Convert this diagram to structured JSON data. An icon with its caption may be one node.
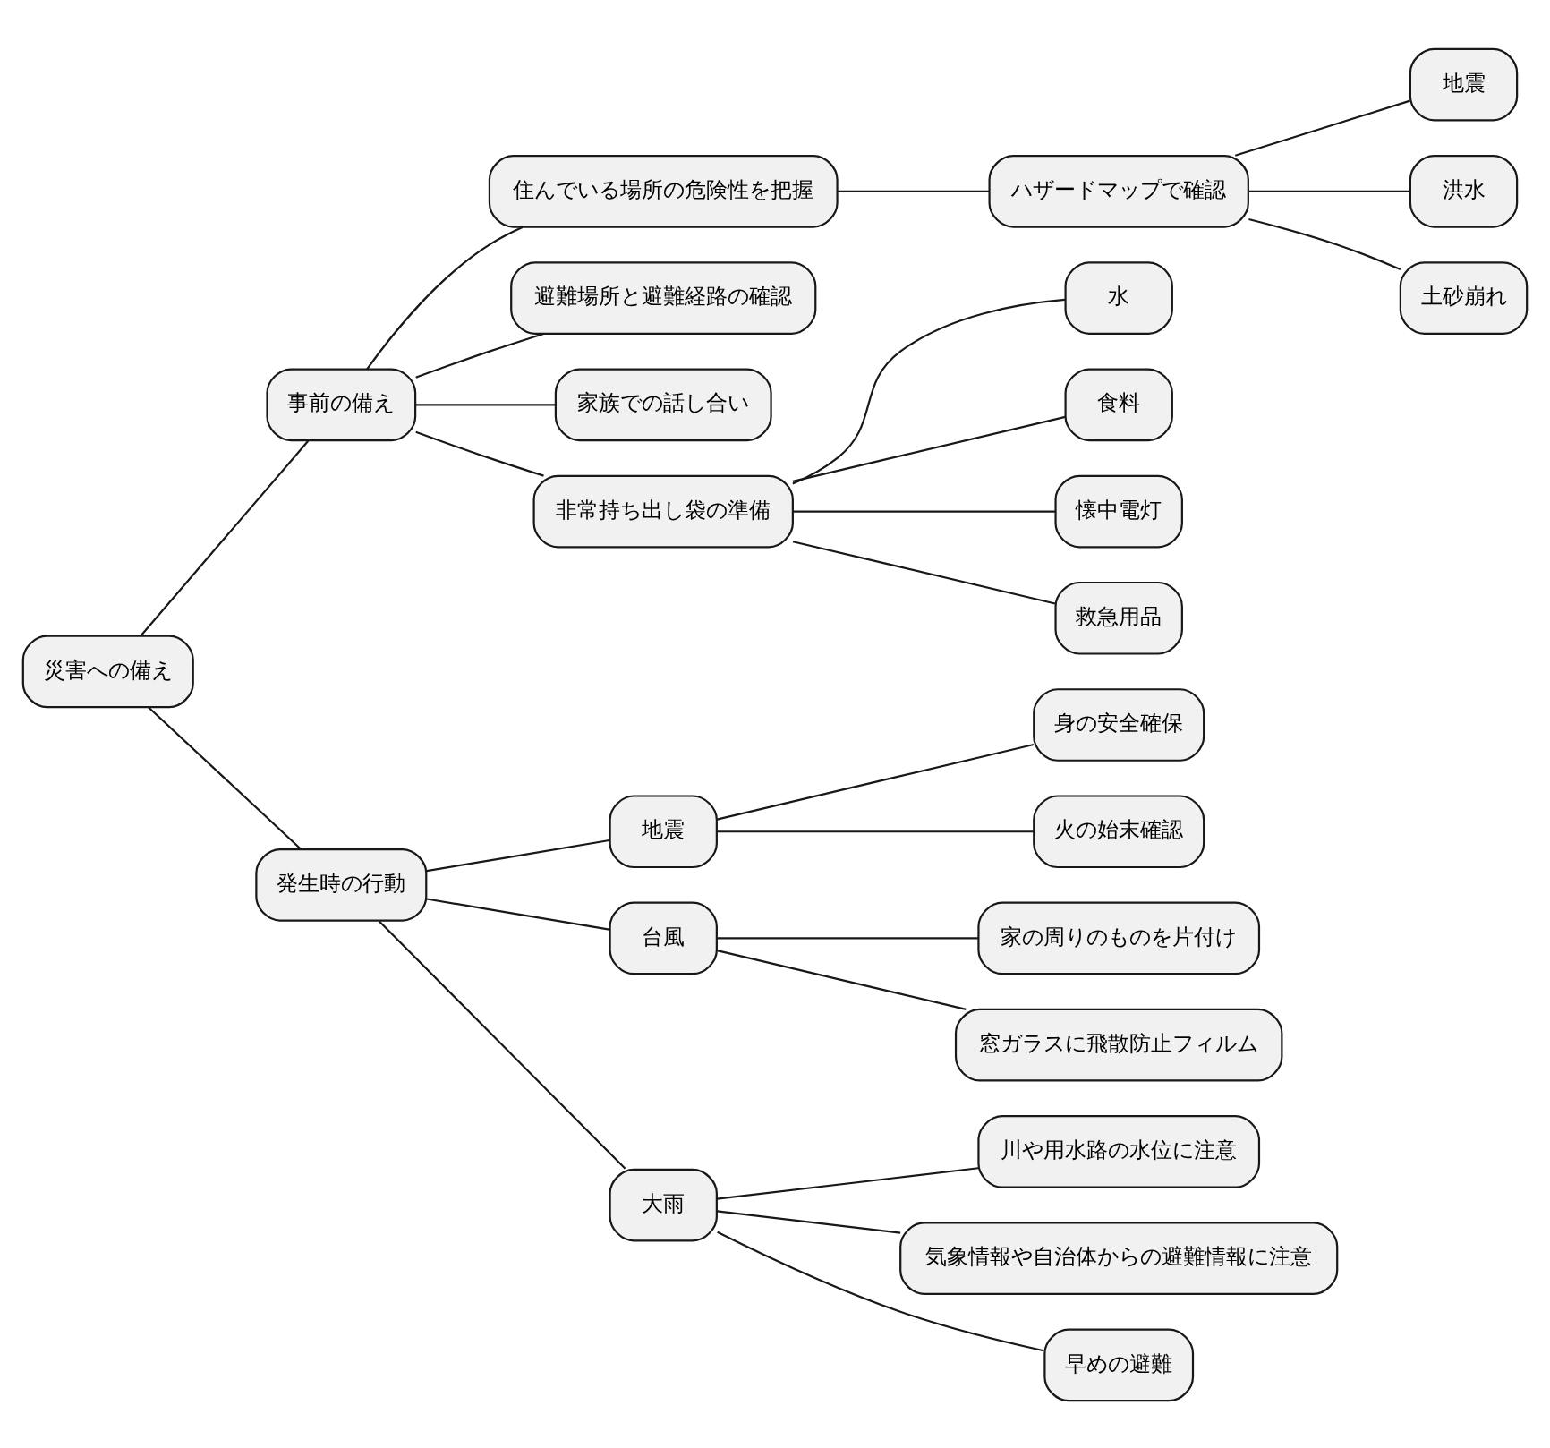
{
  "diagram": {
    "nodes": [
      {
        "text": [
          "災害への備え"
        ]
      },
      {
        "text": [
          "事前の備え"
        ]
      },
      {
        "text": [
          "住んでいる場所の危険性を把握"
        ]
      },
      {
        "text": [
          "ハザードマップで確認"
        ]
      },
      {
        "text": [
          "地震"
        ]
      },
      {
        "text": [
          "洪水"
        ]
      },
      {
        "text": [
          "土砂崩れ"
        ]
      },
      {
        "text": [
          "避難場所と避難経路の確認"
        ]
      },
      {
        "text": [
          "家族での話し合い"
        ]
      },
      {
        "text": [
          "非常持ち出し袋の準備"
        ]
      },
      {
        "text": [
          "水"
        ]
      },
      {
        "text": [
          "食料"
        ]
      },
      {
        "text": [
          "懐中電灯"
        ]
      },
      {
        "text": [
          "救急用品"
        ]
      },
      {
        "text": [
          "発生時の行動"
        ]
      },
      {
        "text": [
          "地震"
        ]
      },
      {
        "text": [
          "身の安全確保"
        ]
      },
      {
        "text": [
          "火の始末確認"
        ]
      },
      {
        "text": [
          "台風"
        ]
      },
      {
        "text": [
          "家の周りのものを片付け"
        ]
      },
      {
        "text": [
          "窓ガラスに飛散防止フィルム"
        ]
      },
      {
        "text": [
          "大雨"
        ]
      },
      {
        "text": [
          "川や用水路の水位に注意"
        ]
      },
      {
        "text": [
          "気象情報や自治体からの避難情報に注意"
        ]
      },
      {
        "text": [
          "早めの避難"
        ]
      }
    ],
    "edges": [
      {
        "from": 0,
        "to": 1,
        "arrow": "none"
      },
      {
        "from": 1,
        "to": 2,
        "arrow": "none"
      },
      {
        "from": 2,
        "to": 3,
        "arrow": "none"
      },
      {
        "from": 3,
        "to": 4,
        "arrow": "none"
      },
      {
        "from": 3,
        "to": 5,
        "arrow": "none"
      },
      {
        "from": 3,
        "to": 6,
        "arrow": "none"
      },
      {
        "from": 1,
        "to": 7,
        "arrow": "none"
      },
      {
        "from": 1,
        "to": 8,
        "arrow": "none"
      },
      {
        "from": 1,
        "to": 9,
        "arrow": "none"
      },
      {
        "from": 9,
        "to": 10,
        "arrow": "none"
      },
      {
        "from": 9,
        "to": 11,
        "arrow": "none"
      },
      {
        "from": 9,
        "to": 12,
        "arrow": "none"
      },
      {
        "from": 9,
        "to": 13,
        "arrow": "none"
      },
      {
        "from": 0,
        "to": 14,
        "arrow": "none"
      },
      {
        "from": 14,
        "to": 15,
        "arrow": "none"
      },
      {
        "from": 15,
        "to": 16,
        "arrow": "none"
      },
      {
        "from": 15,
        "to": 17,
        "arrow": "none"
      },
      {
        "from": 14,
        "to": 18,
        "arrow": "none"
      },
      {
        "from": 18,
        "to": 19,
        "arrow": "none"
      },
      {
        "from": 18,
        "to": 20,
        "arrow": "none"
      },
      {
        "from": 14,
        "to": 21,
        "arrow": "none"
      },
      {
        "from": 21,
        "to": 22,
        "arrow": "none"
      },
      {
        "from": 21,
        "to": 23,
        "arrow": "none"
      },
      {
        "from": 21,
        "to": 24,
        "arrow": "none"
      }
    ]
  }
}
